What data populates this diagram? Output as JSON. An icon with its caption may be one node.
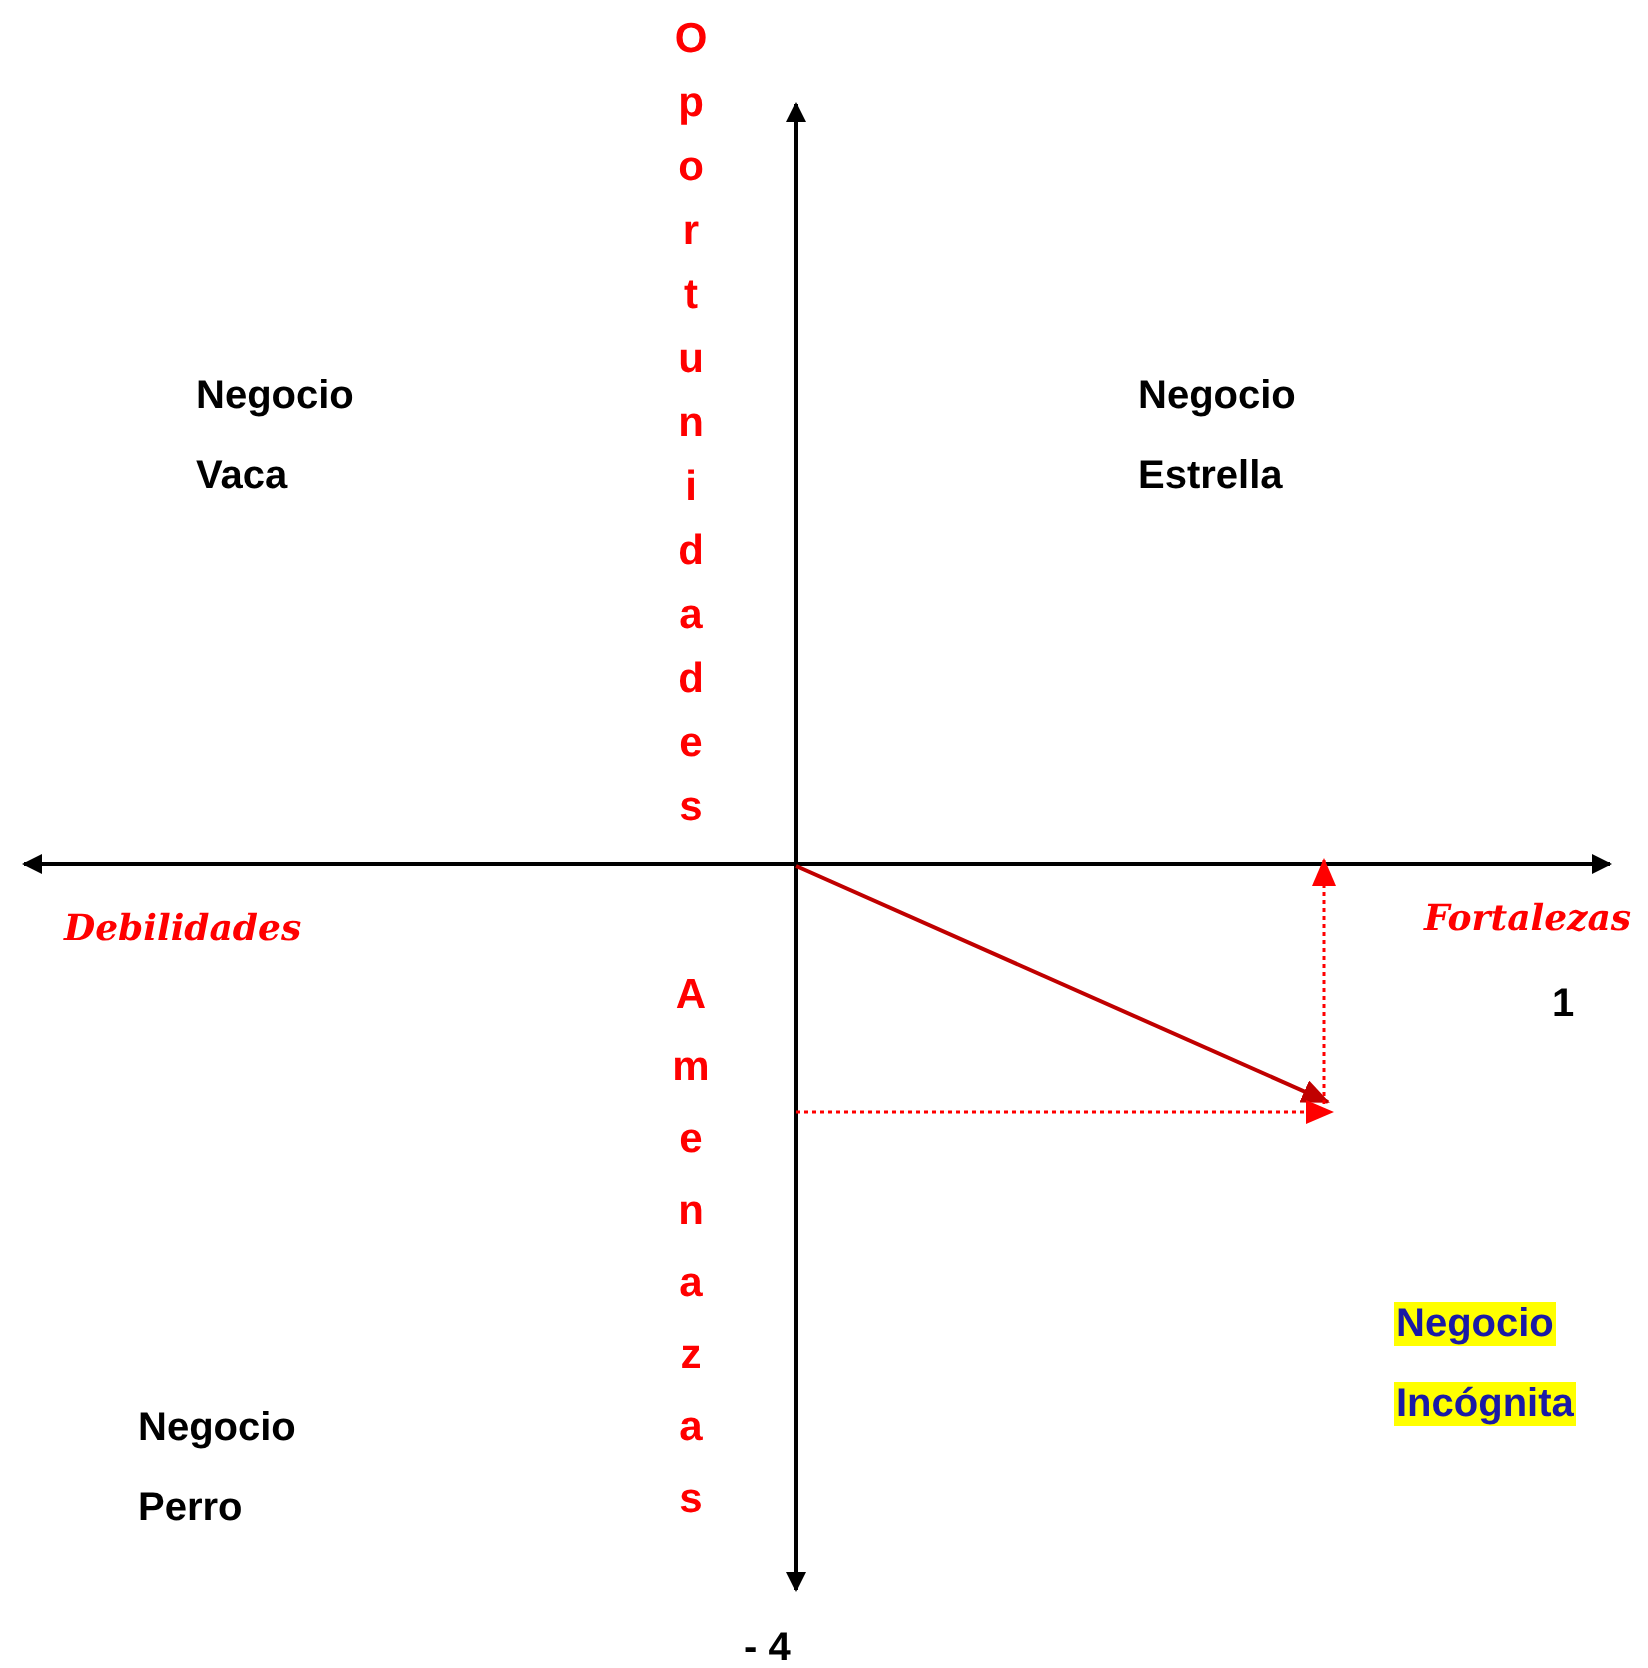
{
  "diagram": {
    "labels": [
      "Oportunidades",
      "Negocio Vaca",
      "Negocio Estrella",
      "Debilidades",
      "Fortalezas",
      "1",
      "Amenazas",
      "Negocio Incógnita",
      "Negocio Perro",
      "- 4"
    ]
  }
}
